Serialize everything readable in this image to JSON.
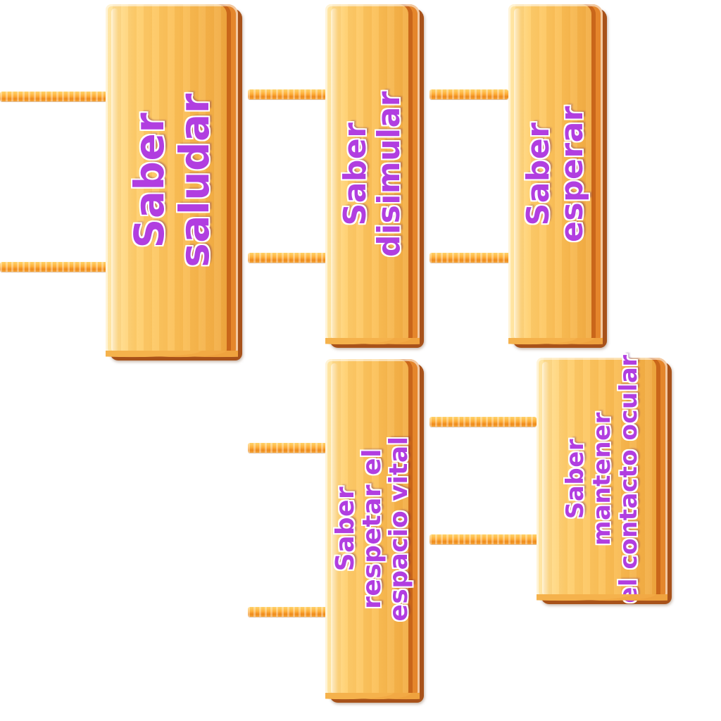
{
  "signs": [
    {
      "name": "sign-saber-saludar",
      "lines": [
        "Saber",
        "saludar"
      ]
    },
    {
      "name": "sign-saber-disimular",
      "lines": [
        "Saber",
        "disimular"
      ]
    },
    {
      "name": "sign-saber-esperar",
      "lines": [
        "Saber",
        "esperar"
      ]
    },
    {
      "name": "sign-saber-respetar-espacio-vital",
      "lines": [
        "Saber",
        "respetar el",
        "espacio vital"
      ]
    },
    {
      "name": "sign-saber-mantener-contacto-ocular",
      "lines": [
        "Saber",
        "mantener",
        "el contacto ocular"
      ]
    }
  ]
}
